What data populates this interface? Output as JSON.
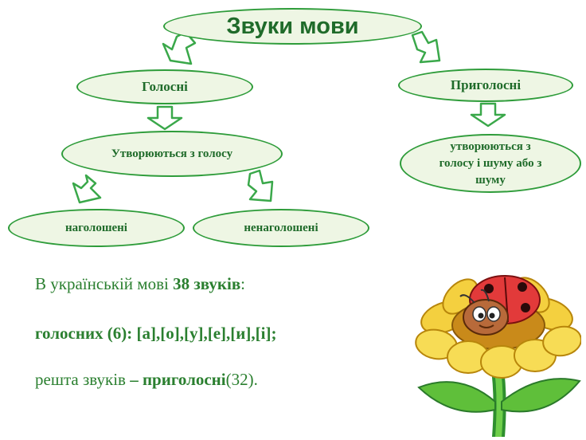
{
  "diagram": {
    "root": "Звуки мови",
    "vowels": "Голосні",
    "consonants": "Приголосні",
    "vowels_desc": "Утворюються з голосу",
    "consonants_desc": "утворюються з голосу і шуму або з шуму",
    "stressed": "наголошені",
    "unstressed": "ненаголошені"
  },
  "text": {
    "line1_a": "В українській мові ",
    "line1_b": "38 звуків",
    "line1_c": ":",
    "line2": "голосних (6): [а],[о],[у],[е],[и],[і];",
    "line3_a": "решта звуків ",
    "line3_b": "– приголосні",
    "line3_c": "(32)."
  },
  "colors": {
    "node_fill": "#eef6e4",
    "node_border": "#2e9c3a",
    "text": "#1f6b2a",
    "arrow_stroke": "#3aa84a"
  },
  "illustration": {
    "icon": "flower-with-ladybug-icon"
  }
}
